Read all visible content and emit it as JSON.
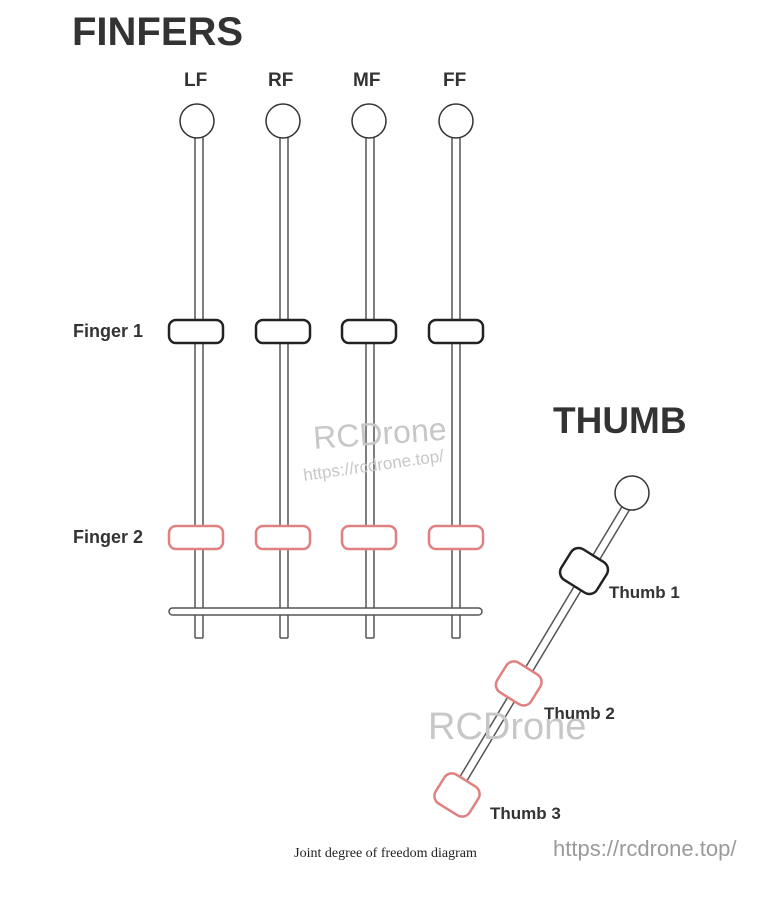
{
  "diagram": {
    "title_fingers": "FINFERS",
    "title_thumb": "THUMB",
    "finger_names": [
      "LF",
      "RF",
      "MF",
      "FF"
    ],
    "finger_joint_labels": [
      "Finger 1",
      "Finger 2"
    ],
    "thumb_joint_labels": [
      "Thumb 1",
      "Thumb 2",
      "Thumb 3"
    ],
    "caption": "Joint degree of freedom diagram",
    "colors": {
      "joint_primary": "#222222",
      "joint_secondary": "#e08080",
      "rod": "#555555",
      "text": "#333333"
    }
  },
  "watermark": {
    "brand": "RCDrone",
    "url_small": "https://rcdrone.top/",
    "url_bottom": "https://rcdrone.top/"
  }
}
